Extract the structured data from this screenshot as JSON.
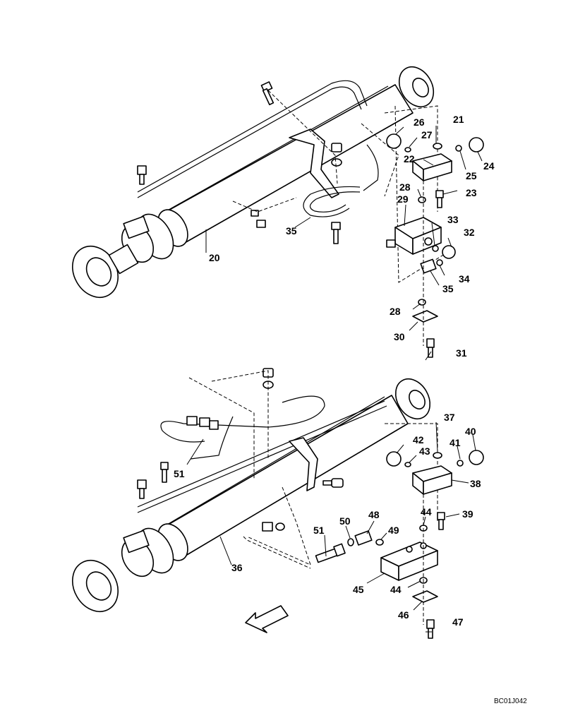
{
  "callouts": {
    "c20": "20",
    "c21": "21",
    "c22": "22",
    "c23": "23",
    "c24": "24",
    "c25": "25",
    "c26": "26",
    "c27": "27",
    "c28a": "28",
    "c28b": "28",
    "c29": "29",
    "c30": "30",
    "c31": "31",
    "c32": "32",
    "c33": "33",
    "c34": "34",
    "c35a": "35",
    "c35b": "35",
    "c36": "36",
    "c37": "37",
    "c38": "38",
    "c39": "39",
    "c40": "40",
    "c41": "41",
    "c42": "42",
    "c43": "43",
    "c44a": "44",
    "c44b": "44",
    "c45": "45",
    "c46": "46",
    "c47": "47",
    "c48": "48",
    "c49": "49",
    "c50": "50",
    "c51a": "51",
    "c51b": "51"
  },
  "drawing_code": "BC01J042",
  "arrow_icon": "direction-arrow-icon"
}
